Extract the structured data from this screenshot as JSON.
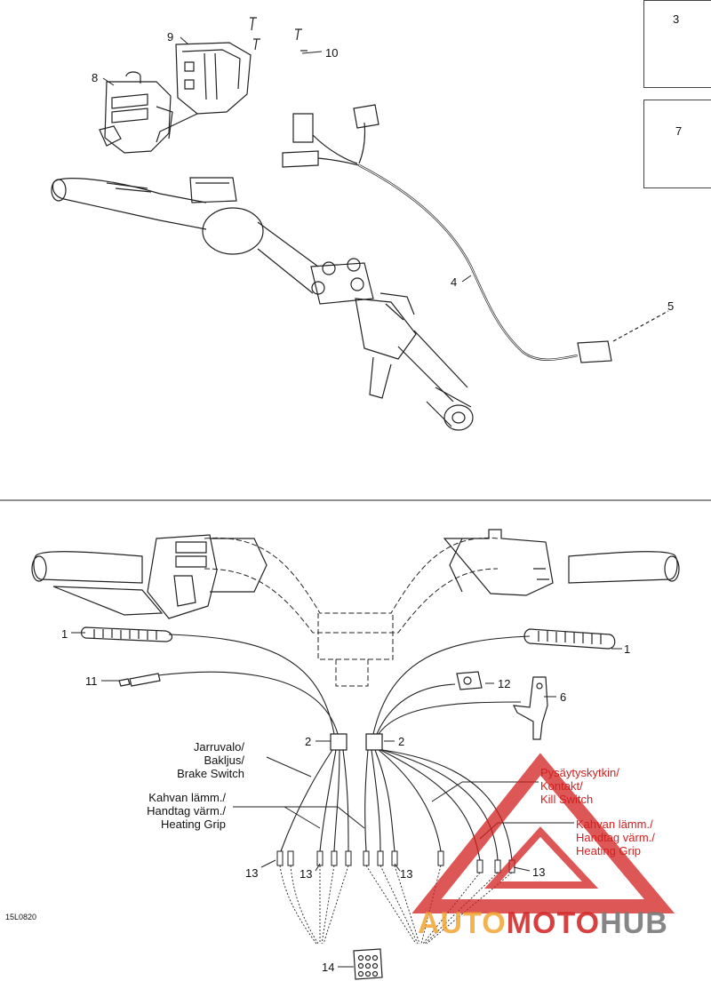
{
  "callouts": {
    "c1a": "1",
    "c1b": "1",
    "c2a": "2",
    "c2b": "2",
    "c3": "3",
    "c4": "4",
    "c5": "5",
    "c6": "6",
    "c7": "7",
    "c8": "8",
    "c9": "9",
    "c10": "10",
    "c11": "11",
    "c12": "12",
    "c13a": "13",
    "c13b": "13",
    "c13c": "13",
    "c13d": "13",
    "c14": "14"
  },
  "texts": {
    "brake": [
      "Jarruvalo/",
      "Bakljus/",
      "Brake Switch"
    ],
    "heat_left": [
      "Kahvan lämm./",
      "Handtag värm./",
      "Heating Grip"
    ],
    "kill": [
      "Pysäytyskytkin/",
      "Kontakt/",
      "Kill Switch"
    ],
    "heat_right": [
      "Kahvan lämm./",
      "Handtag värm./",
      "Heating Grip"
    ]
  },
  "drawing_code": "15L0820",
  "watermark": {
    "logo": "AUTOMOTOHUB",
    "part1": "AUTO",
    "part2": "MOTO",
    "part3": "HUB",
    "colors": {
      "red": "#d21f1f",
      "orange": "#f2a531",
      "gray": "#7a7a7a"
    }
  }
}
